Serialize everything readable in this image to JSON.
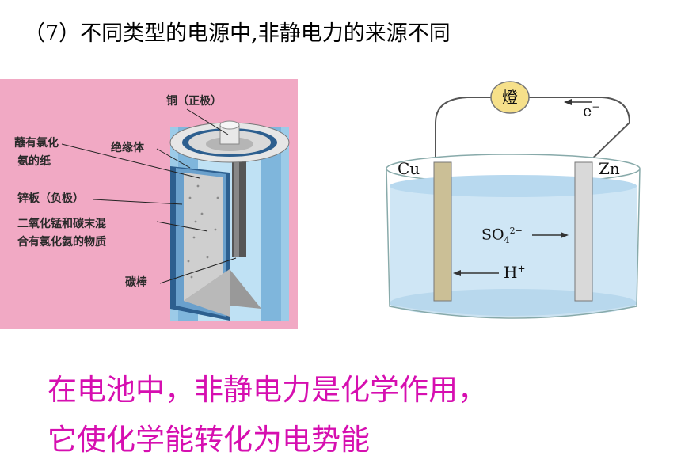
{
  "title": "（7）不同类型的电源中,非静电力的来源不同",
  "battery": {
    "labels": {
      "copper_cap": "铜（正极）",
      "paste_paper_1": "蘸有氯化",
      "paste_paper_2": "氨的纸",
      "insulator": "绝缘体",
      "zinc_plate": "锌板（负极）",
      "mixture_1": "二氧化锰和碳末混",
      "mixture_2": "合有氯化氨的物质",
      "carbon_rod": "碳棒"
    }
  },
  "cell": {
    "bulb_label": "燈",
    "electron_label": "e",
    "electron_sup": "−",
    "cu_label": "Cu",
    "zn_label": "Zn",
    "sulfate_label": "SO",
    "sulfate_sub": "4",
    "sulfate_sup": "2−",
    "hydrogen_label": "H",
    "hydrogen_sup": "+"
  },
  "conclusion": {
    "line1": "在电池中，非静电力是化学作用，",
    "line2": "它使化学能转化为电势能"
  },
  "colors": {
    "panel_pink": "#f1a9c4",
    "conclusion_magenta": "#d60fb0",
    "electrolyte_blue": "#cfe6f5"
  }
}
